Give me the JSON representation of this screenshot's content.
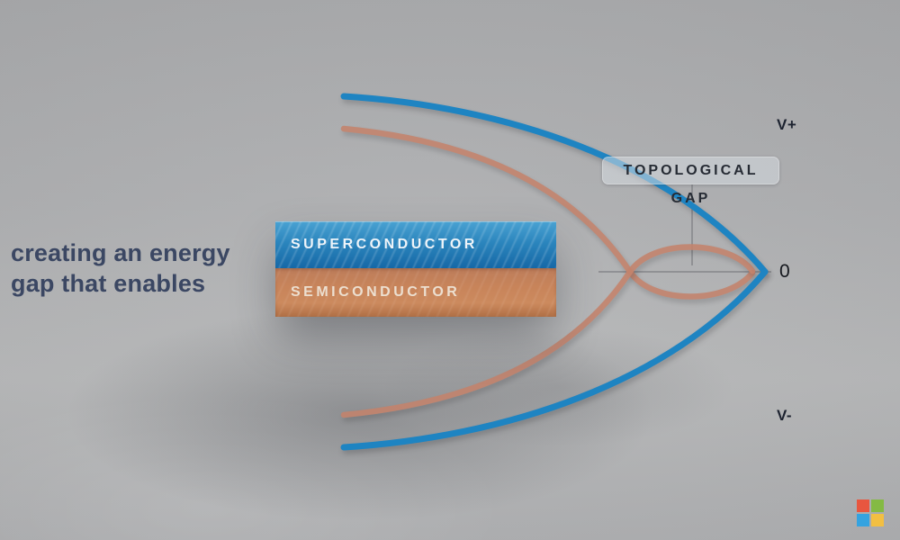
{
  "caption": {
    "lines": [
      "creating an energy",
      "gap that enables"
    ],
    "color": "#3b4763"
  },
  "device_stack": {
    "layers": [
      {
        "label": "SUPERCONDUCTOR",
        "material_color": "#1f6fae"
      },
      {
        "label": "SEMICONDUCTOR",
        "material_color": "#c5825c"
      }
    ]
  },
  "energy_diagram": {
    "gap_label": "TOPOLOGICAL GAP",
    "axis_labels": {
      "v_plus": "V+",
      "zero": "0",
      "v_minus": "V-"
    },
    "curve_colors": {
      "superconductor_blue": "#1e84c2",
      "semiconductor_orange": "#c4836c"
    },
    "axis_color": "#85868a"
  },
  "branding": {
    "logo": "microsoft-logo",
    "square_colors": [
      "#e8563f",
      "#84ba43",
      "#35a3e0",
      "#f2bf42"
    ]
  }
}
